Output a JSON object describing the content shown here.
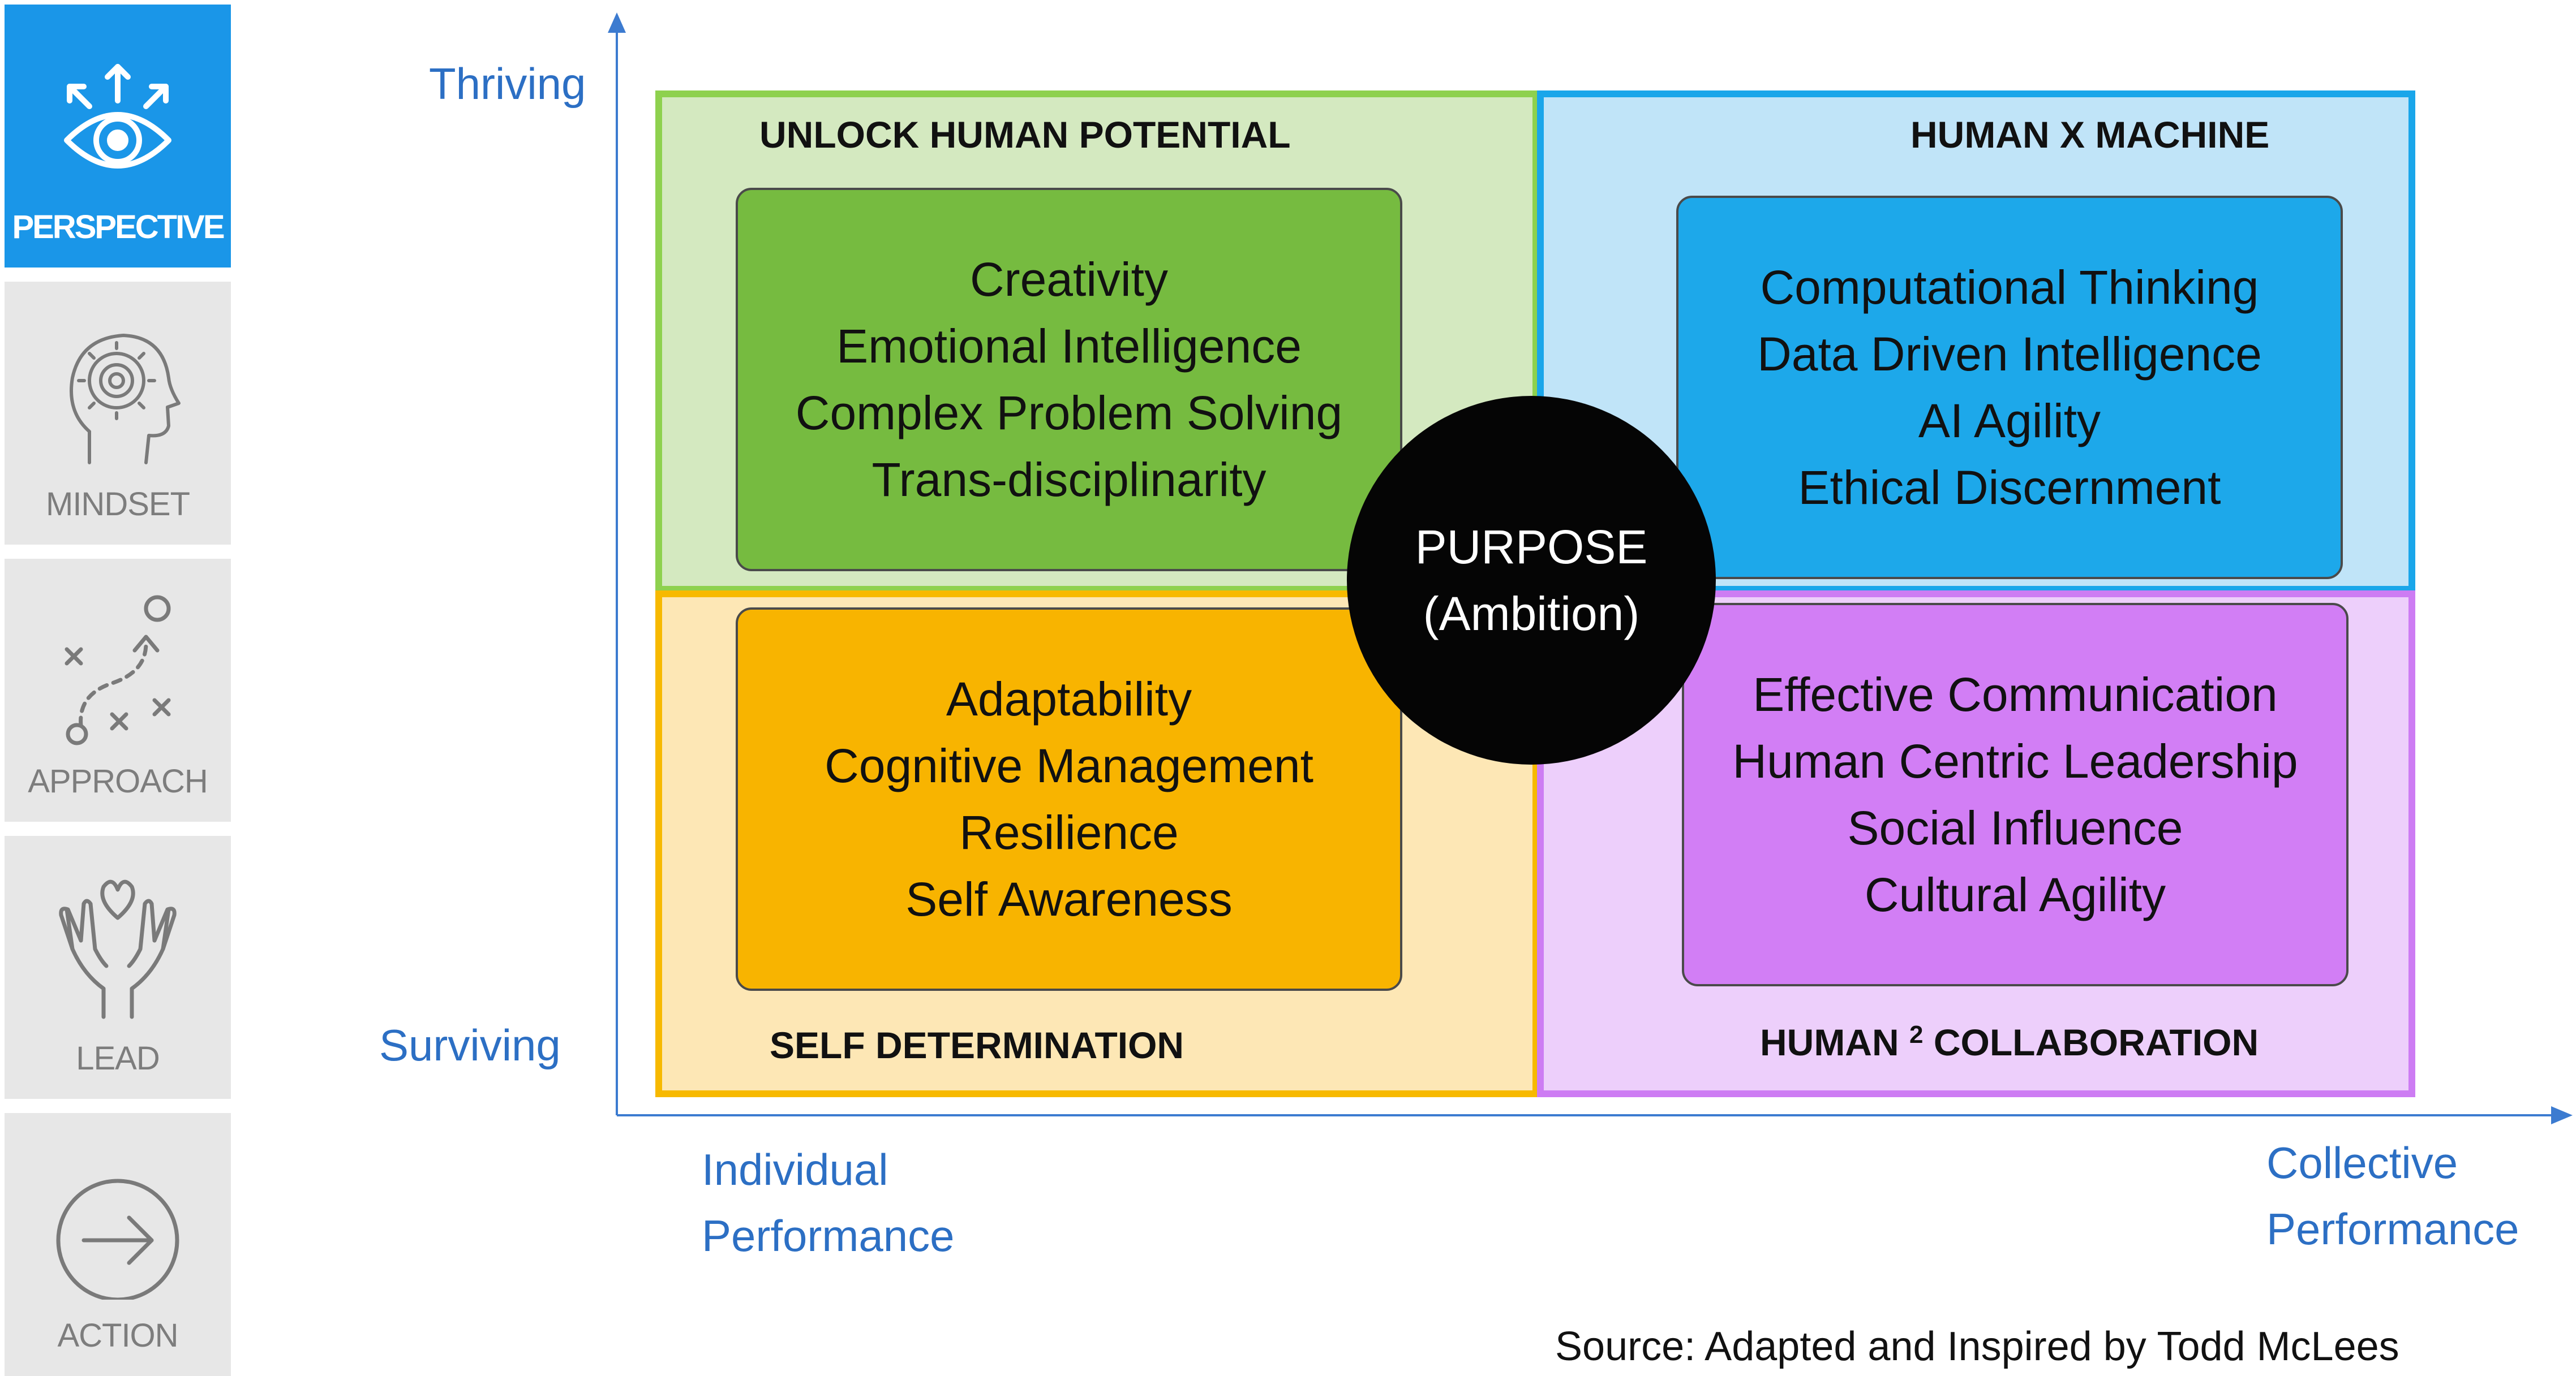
{
  "sidebar": {
    "items": [
      {
        "label": "PERSPECTIVE",
        "icon": "eye-arrows-icon",
        "active": true
      },
      {
        "label": "MINDSET",
        "icon": "gear-head-icon",
        "active": false
      },
      {
        "label": "APPROACH",
        "icon": "strategy-path-icon",
        "active": false
      },
      {
        "label": "LEAD",
        "icon": "hands-heart-icon",
        "active": false
      },
      {
        "label": "ACTION",
        "icon": "arrow-circle-icon",
        "active": false
      }
    ]
  },
  "axes": {
    "y_top": "Thriving",
    "y_bottom": "Surviving",
    "x_left": [
      "Individual",
      "Performance"
    ],
    "x_right": [
      "Collective",
      "Performance"
    ]
  },
  "quadrants": {
    "top_left": {
      "title": "UNLOCK HUMAN POTENTIAL",
      "items": [
        "Creativity",
        "Emotional Intelligence",
        "Complex Problem Solving",
        "Trans-disciplinarity"
      ]
    },
    "top_right": {
      "title": "HUMAN X MACHINE",
      "items": [
        "Computational Thinking",
        "Data Driven Intelligence",
        "AI Agility",
        "Ethical Discernment"
      ]
    },
    "bottom_left": {
      "title": "SELF DETERMINATION",
      "items": [
        "Adaptability",
        "Cognitive Management",
        "Resilience",
        "Self Awareness"
      ]
    },
    "bottom_right": {
      "title_prefix": "HUMAN",
      "title_sup": "2",
      "title_suffix": "COLLABORATION",
      "items": [
        "Effective Communication",
        "Human Centric Leadership",
        "Social Influence",
        "Cultural Agility"
      ]
    }
  },
  "center": {
    "line1": "PURPOSE",
    "line2": "(Ambition)"
  },
  "source": "Source: Adapted and Inspired by Todd McLees",
  "colors": {
    "accent": "#1a96e8",
    "axis": "#2c6fc4",
    "green": "#76bb40",
    "blue": "#1da8ea",
    "yellow": "#f8b400",
    "purple": "#d27ef5"
  }
}
